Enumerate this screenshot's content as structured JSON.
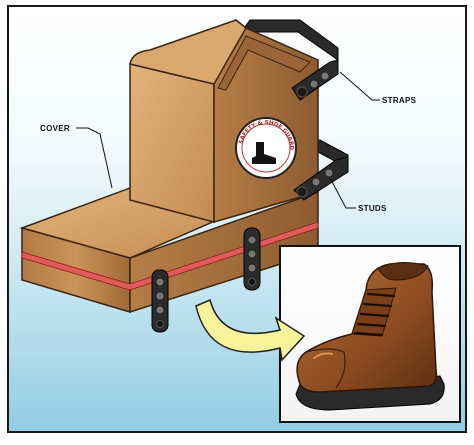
{
  "labels": {
    "cover": "COVER",
    "straps": "STRAPS",
    "studs": "STUDS"
  },
  "emblem": {
    "text": "SAFETY & SHOE GUARD"
  },
  "colors": {
    "background_top": "#ffffff",
    "background_bottom": "#9ed3e6",
    "leather_light": "#d7a46a",
    "leather_mid": "#b9824d",
    "leather_dark": "#8a5a2e",
    "stripe": "#e25b5b",
    "strap": "#2b2b2b",
    "arrow_fill": "#f6f39a",
    "boot": "#8b4b1f",
    "sole": "#2a2a2a"
  },
  "icons": {
    "emblem_icon": "boot-silhouette-icon",
    "arrow_icon": "curved-arrow-icon"
  }
}
